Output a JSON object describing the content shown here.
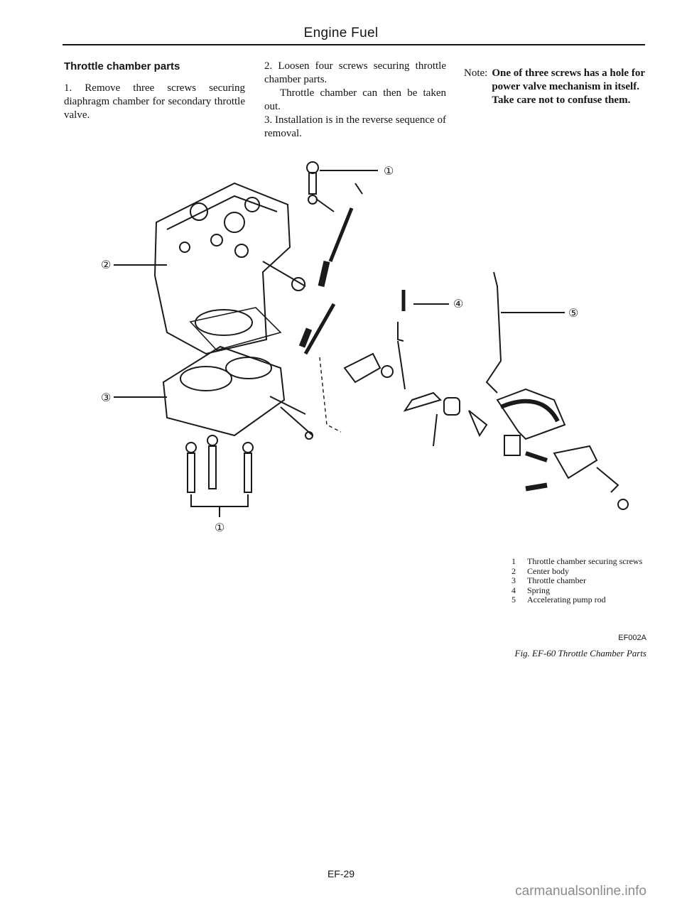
{
  "header": "Engine Fuel",
  "section_title": "Throttle chamber parts",
  "step1": "1.  Remove three screws securing diaphragm chamber for secondary throttle valve.",
  "step2": "2.  Loosen four screws securing throttle chamber parts.",
  "step2b": "Throttle chamber can then be taken out.",
  "step3": "3.  Installation is in the reverse sequence of removal.",
  "note_label": "Note:",
  "note_text": "One of three screws has a hole for power valve mechanism in itself. Take care not to confuse them.",
  "figure": {
    "callouts": [
      "①",
      "②",
      "③",
      "④",
      "⑤",
      "①"
    ],
    "legend": [
      {
        "num": "1",
        "text": "Throttle chamber securing screws"
      },
      {
        "num": "2",
        "text": "Center body"
      },
      {
        "num": "3",
        "text": "Throttle chamber"
      },
      {
        "num": "4",
        "text": "Spring"
      },
      {
        "num": "5",
        "text": "Accelerating pump rod"
      }
    ],
    "code": "EF002A",
    "caption": "Fig. EF-60 Throttle Chamber Parts"
  },
  "page_number": "EF-29",
  "watermark": "carmanualsonline.info"
}
